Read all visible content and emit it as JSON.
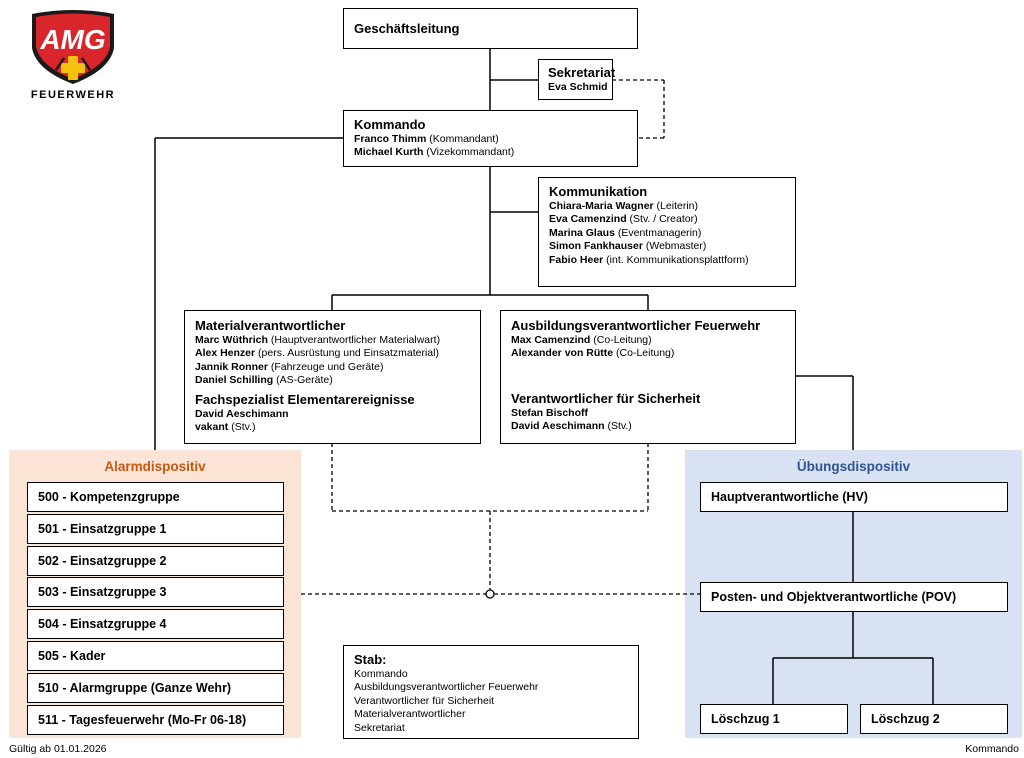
{
  "logo": {
    "brand": "AMG",
    "subtitle": "FEUERWEHR",
    "colors": {
      "red": "#d8262b",
      "yellow": "#f4c20d",
      "dark": "#1a1a1a"
    }
  },
  "nodes": {
    "geschaeftsleitung": {
      "title": "Geschäftsleitung"
    },
    "sekretariat": {
      "title": "Sekretariat",
      "lines": [
        {
          "name": "Eva Schmid",
          "role": ""
        }
      ]
    },
    "kommando": {
      "title": "Kommando",
      "lines": [
        {
          "name": "Franco Thimm",
          "role": " (Kommandant)"
        },
        {
          "name": "Michael Kurth",
          "role": " (Vizekommandant)"
        }
      ]
    },
    "kommunikation": {
      "title": "Kommunikation",
      "lines": [
        {
          "name": "Chiara-Maria Wagner",
          "role": " (Leiterin)"
        },
        {
          "name": "Eva Camenzind",
          "role": " (Stv. / Creator)"
        },
        {
          "name": "Marina Glaus",
          "role": " (Eventmanagerin)"
        },
        {
          "name": "Simon Fankhauser",
          "role": " (Webmaster)"
        },
        {
          "name": "Fabio Heer",
          "role": " (int. Kommunikationsplattform)"
        }
      ]
    },
    "material": {
      "title": "Materialverantwortlicher",
      "lines": [
        {
          "name": "Marc Wüthrich",
          "role": " (Hauptverantwortlicher Materialwart)"
        },
        {
          "name": "Alex Henzer",
          "role": " (pers. Ausrüstung und Einsatzmaterial)"
        },
        {
          "name": "Jannik Ronner",
          "role": " (Fahrzeuge und Geräte)"
        },
        {
          "name": "Daniel Schilling",
          "role": " (AS-Geräte)"
        }
      ],
      "title2": "Fachspezialist Elementarereignisse",
      "lines2": [
        {
          "name": "David Aeschimann",
          "role": ""
        },
        {
          "name": "vakant",
          "role": " (Stv.)"
        }
      ]
    },
    "ausbildung": {
      "title": "Ausbildungsverantwortlicher Feuerwehr",
      "lines": [
        {
          "name": "Max Camenzind",
          "role": " (Co-Leitung)"
        },
        {
          "name": "Alexander von Rütte",
          "role": " (Co-Leitung)"
        }
      ],
      "title2": "Verantwortlicher für Sicherheit",
      "lines2": [
        {
          "name": "Stefan Bischoff",
          "role": ""
        },
        {
          "name": "David Aeschimann",
          "role": " (Stv.)"
        }
      ]
    }
  },
  "alarm": {
    "title": "Alarmdispositiv",
    "title_color": "#c55a11",
    "bg_color": "#fbe4d5",
    "groups": [
      "500 - Kompetenzgruppe",
      "501 - Einsatzgruppe 1",
      "502 - Einsatzgruppe 2",
      "503 - Einsatzgruppe 3",
      "504 - Einsatzgruppe 4",
      "505 - Kader",
      "510 - Alarmgruppe (Ganze Wehr)",
      "511 - Tagesfeuerwehr (Mo-Fr 06-18)"
    ]
  },
  "uebung": {
    "title": "Übungsdispositiv",
    "title_color": "#2f5496",
    "bg_color": "#d9e2f3",
    "hv": "Hauptverantwortliche (HV)",
    "pov": "Posten- und Objektverantwortliche (POV)",
    "zug1": "Löschzug 1",
    "zug2": "Löschzug 2"
  },
  "stab": {
    "title": "Stab:",
    "items": [
      "Kommando",
      "Ausbildungsverantwortlicher Feuerwehr",
      "Verantwortlicher für Sicherheit",
      "Materialverantwortlicher",
      "Sekretariat"
    ]
  },
  "footer": {
    "left": "Gültig ab 01.01.2026",
    "right": "Kommando"
  }
}
